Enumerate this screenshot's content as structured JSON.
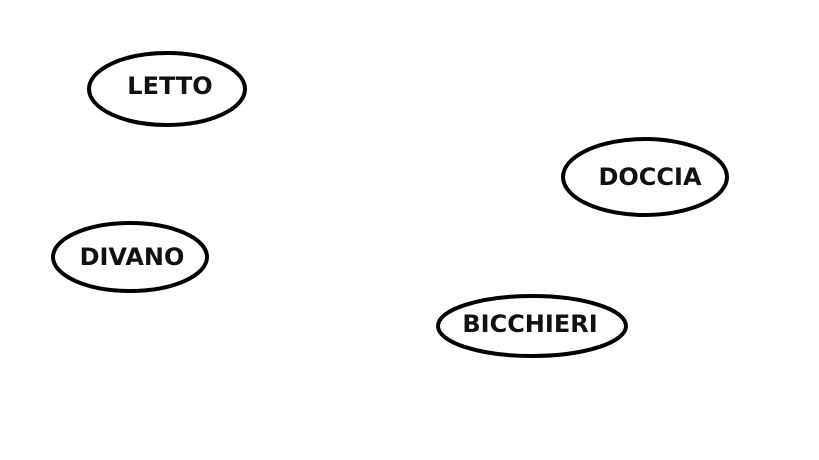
{
  "diagram": {
    "nodes": [
      {
        "id": "letto",
        "label": "LETTO"
      },
      {
        "id": "doccia",
        "label": "DOCCIA"
      },
      {
        "id": "divano",
        "label": "DIVANO"
      },
      {
        "id": "bicchieri",
        "label": "BICCHIERI"
      }
    ],
    "colors": {
      "background": "#ffffff",
      "stroke": "#000000",
      "text": "#111111"
    }
  }
}
